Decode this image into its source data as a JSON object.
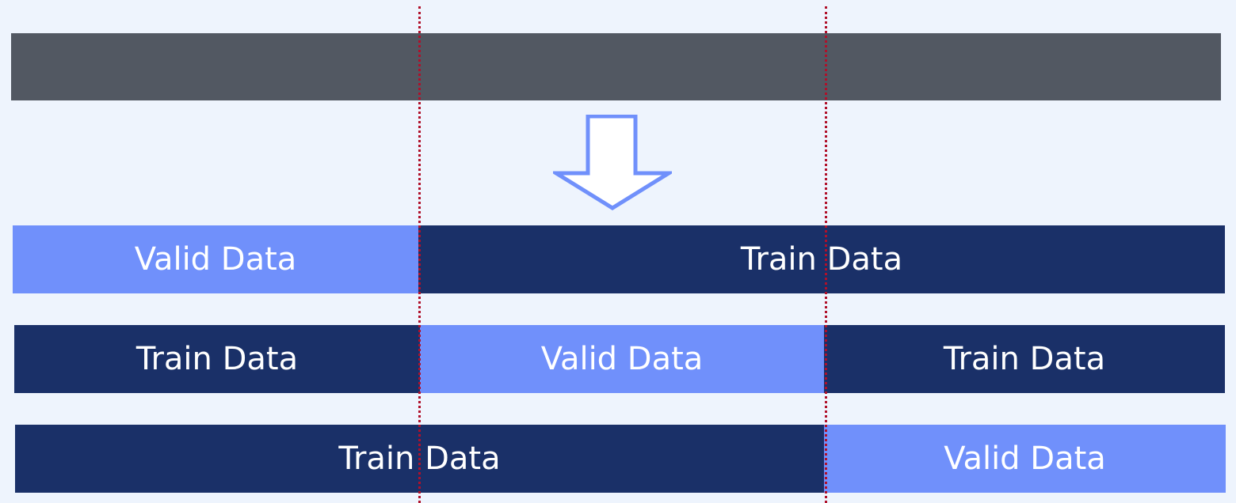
{
  "colors": {
    "background": "#eef4fd",
    "full_dataset": "#525862",
    "valid": "#7090fb",
    "train": "#1a3068",
    "arrow_stroke": "#7090fb",
    "divider": "#b0102a"
  },
  "folds": [
    {
      "segments": [
        {
          "type": "valid",
          "label": "Valid Data"
        },
        {
          "type": "train",
          "label": "Train Data"
        }
      ]
    },
    {
      "segments": [
        {
          "type": "train",
          "label": "Train Data"
        },
        {
          "type": "valid",
          "label": "Valid Data"
        },
        {
          "type": "train",
          "label": "Train Data"
        }
      ]
    },
    {
      "segments": [
        {
          "type": "train",
          "label": "Train Data"
        },
        {
          "type": "valid",
          "label": "Valid Data"
        }
      ]
    }
  ]
}
